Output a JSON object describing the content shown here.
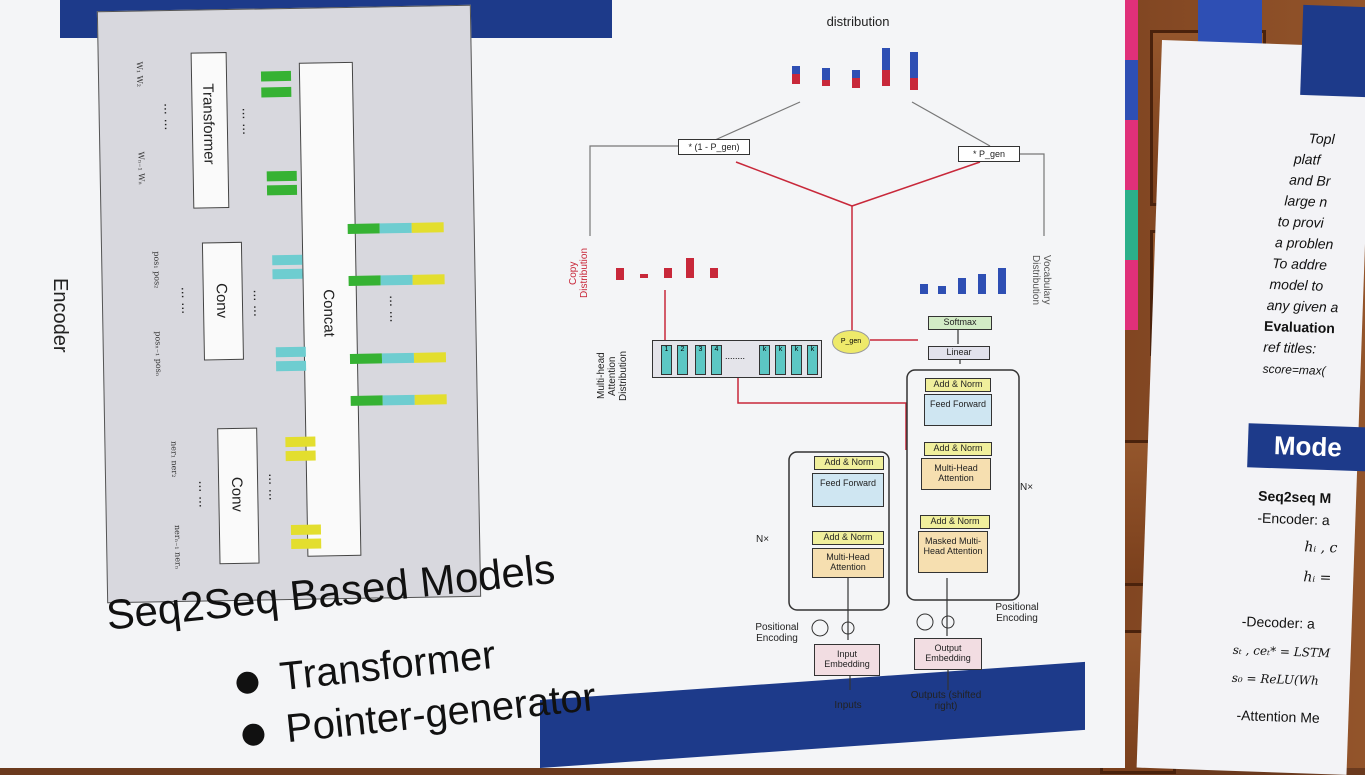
{
  "poster": {
    "encoder_label": "Encoder",
    "encoder_diagram": {
      "transformer_label": "Transformer",
      "conv_label": "Conv",
      "concat_label": "Concat",
      "dots": "... ...",
      "inputs_transformer_top": "W₁ W₂",
      "inputs_transformer_bottom": "Wₙ₋₁ Wₙ",
      "inputs_conv1_top": "pos₁ pos₂",
      "inputs_conv1_bottom": "posₙ₋₁ posₙ",
      "inputs_conv2_top": "ner₁ ner₂",
      "inputs_conv2_bottom": "nerₙ₋₁ nerₙ"
    },
    "title": "Seq2Seq Based Models",
    "bullets": [
      "Transformer",
      "Pointer-generator"
    ],
    "diagram": {
      "distribution": "distribution",
      "one_minus_pgen": "* (1 - P_gen)",
      "pgen_mult": "* P_gen",
      "copy_distribution": "Copy Distribution",
      "vocabulary_distribution": "Vocabulary Distribution",
      "mha_distribution": "Multi-head Attention Distribution",
      "pgen": "P_gen",
      "softmax": "Softmax",
      "linear": "Linear",
      "add_norm": "Add & Norm",
      "feed_forward": "Feed Forward",
      "multi_head_attention": "Multi-Head Attention",
      "masked_mha": "Masked Multi-Head Attention",
      "nx": "N×",
      "positional_encoding": "Positional Encoding",
      "input_embedding": "Input Embedding",
      "output_embedding": "Output Embedding",
      "inputs": "Inputs",
      "outputs": "Outputs (shifted right)",
      "ellipsis": "........",
      "cells_left": [
        "1",
        "2",
        "3",
        "4"
      ],
      "cells_right": [
        "k",
        "k",
        "k",
        "k"
      ]
    }
  },
  "right_poster": {
    "lines": [
      "Topl",
      "platf",
      "and Br",
      "large n",
      "to provi",
      "a problen",
      "To addre",
      "model to",
      "any given a",
      "Evaluation",
      "ref titles:",
      "score=max("
    ],
    "section_heading": "Mode",
    "sub_heading": "Seq2seq M",
    "encoder_line": "-Encoder: a",
    "eq1": "hᵢ , c",
    "eq2": "hᵢ =",
    "decoder_line": "-Decoder: a",
    "eq3": "sₜ , ceₜ* = LSTM",
    "eq4": "s₀ = ReLU(Wh",
    "attention_line": "-Attention Me"
  },
  "colors": {
    "navy": "#1d3a8a",
    "green": "#36b233",
    "cyan": "#6ecdd0",
    "yellow": "#e3de2e",
    "red": "#c8283a",
    "blue": "#2e4fb4",
    "magenta": "#e0307a",
    "teal": "#2bb08a"
  }
}
